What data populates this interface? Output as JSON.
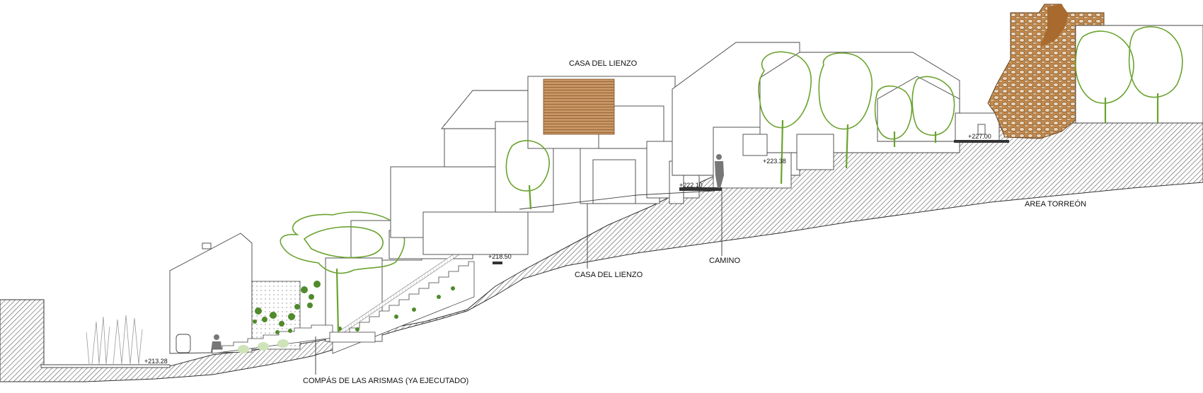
{
  "labels": {
    "casa_lienzo_top": "CASA DEL LIENZO",
    "casa_lienzo_bottom": "CASA DEL LIENZO",
    "camino": "CAMINO",
    "area_torreon": "AREA TORREÓN",
    "compas": "COMPÁS DE LAS ARISMAS (YA EJECUTADO)"
  },
  "elevations": {
    "e1": "+213.28",
    "e2": "+218.50",
    "e3": "+222.10",
    "e4": "+223.38",
    "e5": "+227.00"
  },
  "colors": {
    "ground_hatch": "#555555",
    "tree": "#6aa32e",
    "roof_wood": "#b8834f",
    "torreon_stone": "#a86a2e"
  }
}
